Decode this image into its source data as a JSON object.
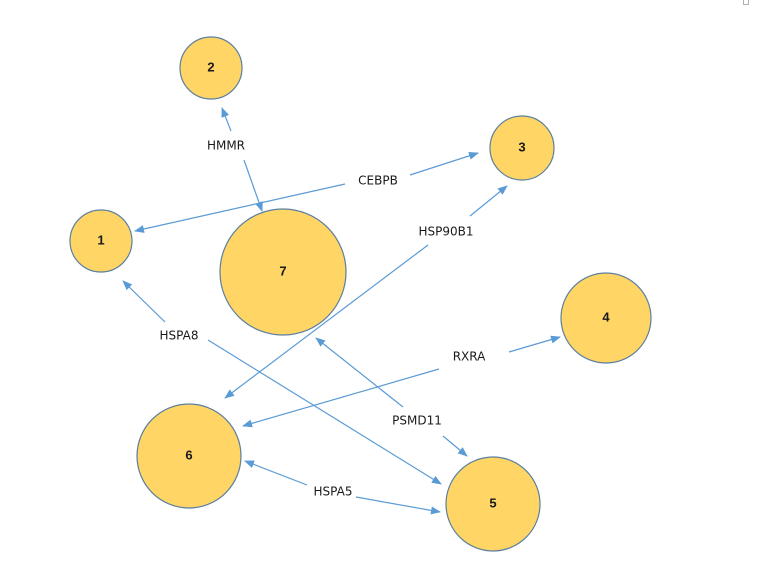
{
  "nodes": [
    {
      "id": "1",
      "label": "1"
    },
    {
      "id": "2",
      "label": "2"
    },
    {
      "id": "3",
      "label": "3"
    },
    {
      "id": "4",
      "label": "4"
    },
    {
      "id": "5",
      "label": "5"
    },
    {
      "id": "6",
      "label": "6"
    },
    {
      "id": "7",
      "label": "7"
    }
  ],
  "edges": [
    {
      "label": "HMMR",
      "targets": [
        "2",
        "7"
      ]
    },
    {
      "label": "CEBPB",
      "targets": [
        "3",
        "1"
      ]
    },
    {
      "label": "HSP90B1",
      "targets": [
        "3",
        "6"
      ]
    },
    {
      "label": "HSPA8",
      "targets": [
        "1",
        "5"
      ]
    },
    {
      "label": "RXRA",
      "targets": [
        "4",
        "6"
      ]
    },
    {
      "label": "PSMD11",
      "targets": [
        "7",
        "5"
      ]
    },
    {
      "label": "HSPA5",
      "targets": [
        "6",
        "5"
      ]
    }
  ],
  "colors": {
    "node_fill": "#FFD566",
    "node_stroke": "#5B7F9F",
    "edge": "#5B9BD5",
    "text": "#1a1a1a"
  }
}
